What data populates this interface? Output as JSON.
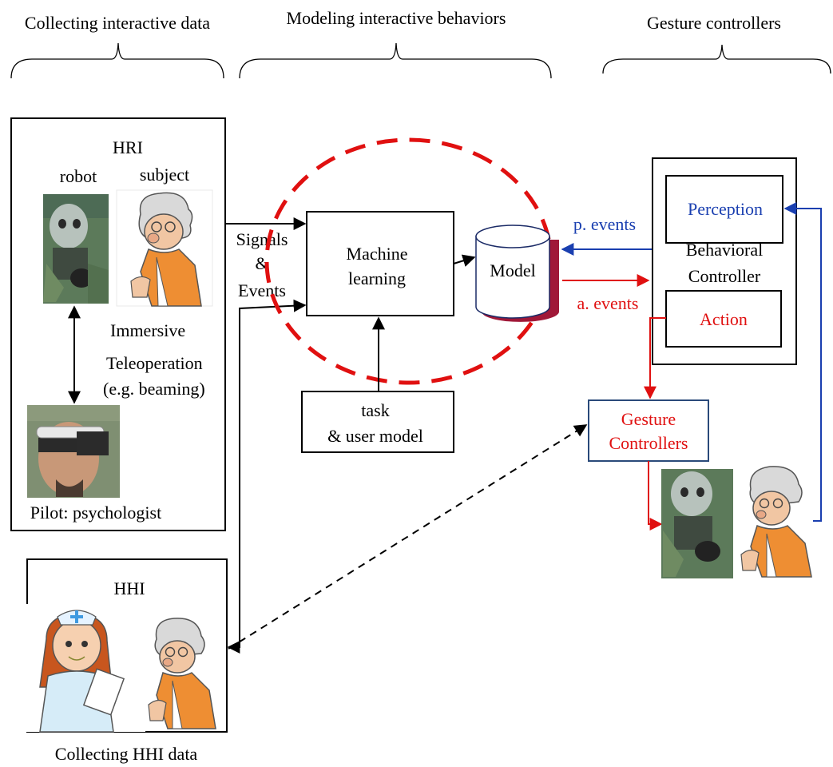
{
  "headers": {
    "collecting": "Collecting interactive data",
    "modeling": "Modeling interactive behaviors",
    "gesture": "Gesture controllers"
  },
  "hri_panel": {
    "title": "HRI",
    "robot_label": "robot",
    "subject_label": "subject",
    "teleop_line1": "Immersive",
    "teleop_line2": "Teleoperation",
    "teleop_line3": "(e.g. beaming)",
    "pilot_label": "Pilot: psychologist"
  },
  "hhi_panel": {
    "title": "HHI",
    "caption": "Collecting HHI data"
  },
  "signals_label": {
    "line1": "Signals",
    "line2": "&",
    "line3": "Events"
  },
  "ml_box": {
    "line1": "Machine",
    "line2": "learning"
  },
  "task_box": {
    "line1": "task",
    "line2": "& user model"
  },
  "model_label": "Model",
  "p_events": "p. events",
  "a_events": "a. events",
  "behavioral_controller": {
    "perception": "Perception",
    "line1": "Behavioral",
    "line2": "Controller",
    "action": "Action"
  },
  "gesture_box": {
    "line1": "Gesture",
    "line2": "Controllers"
  },
  "colors": {
    "red": "#e01010",
    "blue": "#1a3fb0",
    "black": "#000000",
    "gesture_border": "#2a4a7a",
    "cylinder_shadow": "#a01838"
  }
}
